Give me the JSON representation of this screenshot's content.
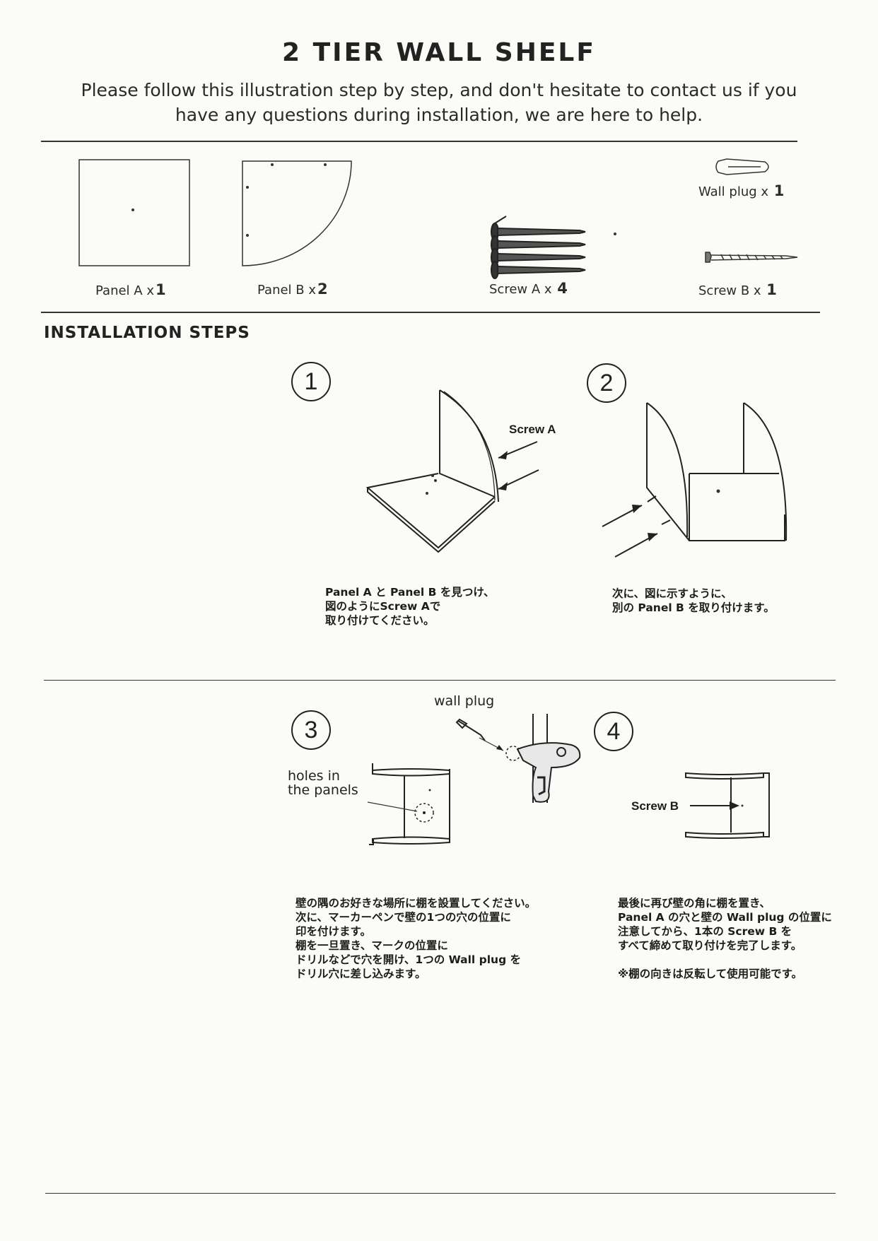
{
  "title": "2 TIER WALL SHELF",
  "subtitle": "Please follow this illustration step by step, and don't hesitate to contact us if you have any questions during installation, we are here to help.",
  "parts": {
    "panel_a": {
      "label": "Panel  A x",
      "qty": "1"
    },
    "panel_b": {
      "label": "Panel  B x",
      "qty": "2"
    },
    "screw_a": {
      "label": "Screw A   x ",
      "qty": "4"
    },
    "wall_plug": {
      "label": "Wall plug x ",
      "qty": "1"
    },
    "screw_b": {
      "label": "Screw B   x ",
      "qty": "1"
    }
  },
  "section_heading": "INSTALLATION STEPS",
  "steps": [
    {
      "number": "1",
      "callout": "Screw A",
      "text": [
        "Panel A と Panel B を見つけ、",
        "図のようにScrew Aで",
        "取り付けてください。"
      ]
    },
    {
      "number": "2",
      "text": [
        "次に、図に示すように、",
        "別の Panel B を取り付けます。"
      ]
    },
    {
      "number": "3",
      "callout_holes": [
        "holes in",
        "the panels"
      ],
      "callout_plug": "wall plug",
      "text": [
        "壁の隅のお好きな場所に棚を設置してください。",
        "次に、マーカーペンで壁の1つの穴の位置に",
        "印を付けます。",
        "棚を一旦置き、マークの位置に",
        "ドリルなどで穴を開け、1つの Wall plug を",
        "ドリル穴に差し込みます。"
      ]
    },
    {
      "number": "4",
      "callout": "Screw B",
      "text": [
        "最後に再び壁の角に棚を置き、",
        "Panel A の穴と壁の Wall plug の位置に",
        "注意してから、1本の Screw B を",
        "すべて締めて取り付けを完了します。",
        "",
        "※棚の向きは反転して使用可能です。"
      ]
    }
  ]
}
